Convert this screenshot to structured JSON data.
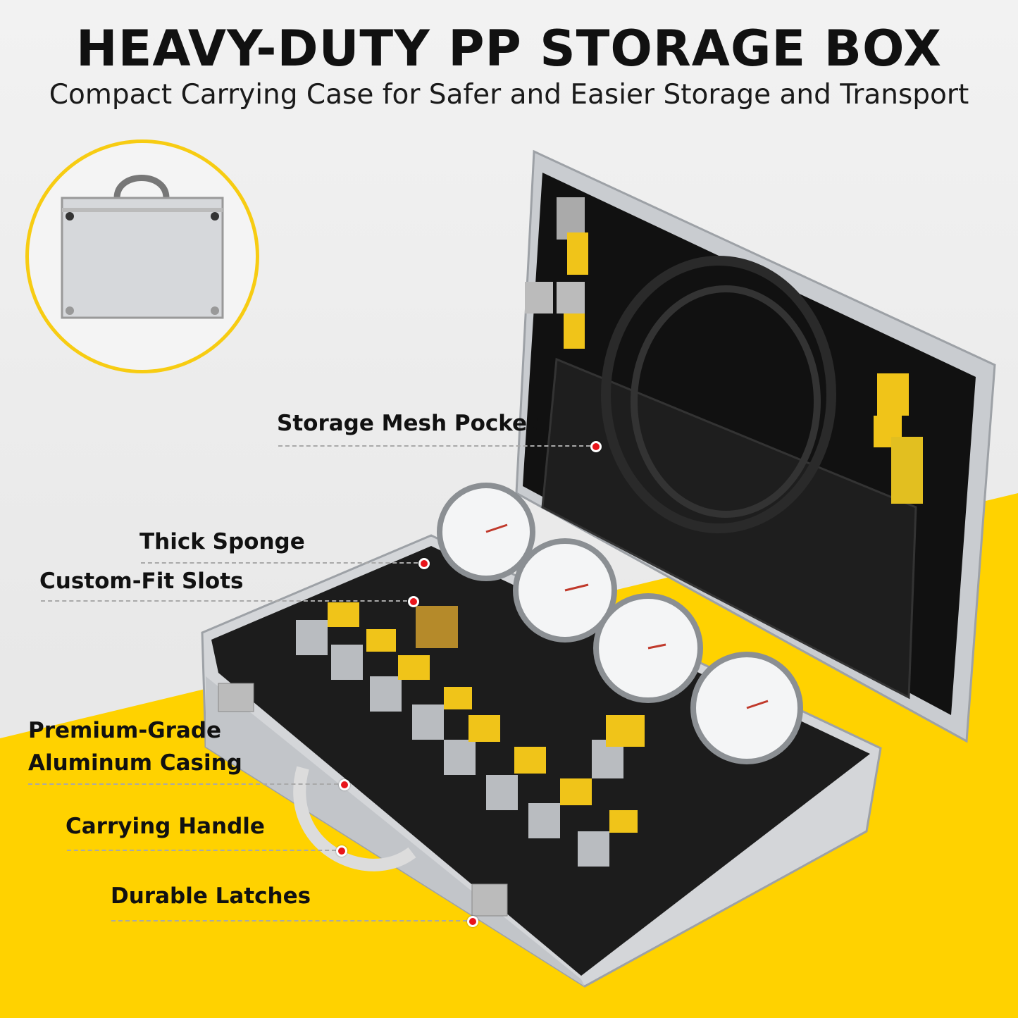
{
  "header": {
    "title": "HEAVY-DUTY PP STORAGE BOX",
    "subtitle": "Compact Carrying Case for Safer and Easier Storage and Transport"
  },
  "callouts": [
    {
      "label": "Storage Mesh Pocket"
    },
    {
      "label": "Thick Sponge"
    },
    {
      "label": "Custom-Fit Slots"
    },
    {
      "label_line1": "Premium-Grade",
      "label_line2": "Aluminum Casing"
    },
    {
      "label": "Carrying Handle"
    },
    {
      "label": "Durable Latches"
    }
  ],
  "colors": {
    "accent_yellow": "#FFD200",
    "callout_dot": "#E8141A",
    "case_silver": "#C9CCCF",
    "foam_black": "#1C1C1C"
  },
  "images": {
    "inset": "closed-aluminum-case",
    "main": "open-case-with-pressure-gauges-and-hoses"
  }
}
